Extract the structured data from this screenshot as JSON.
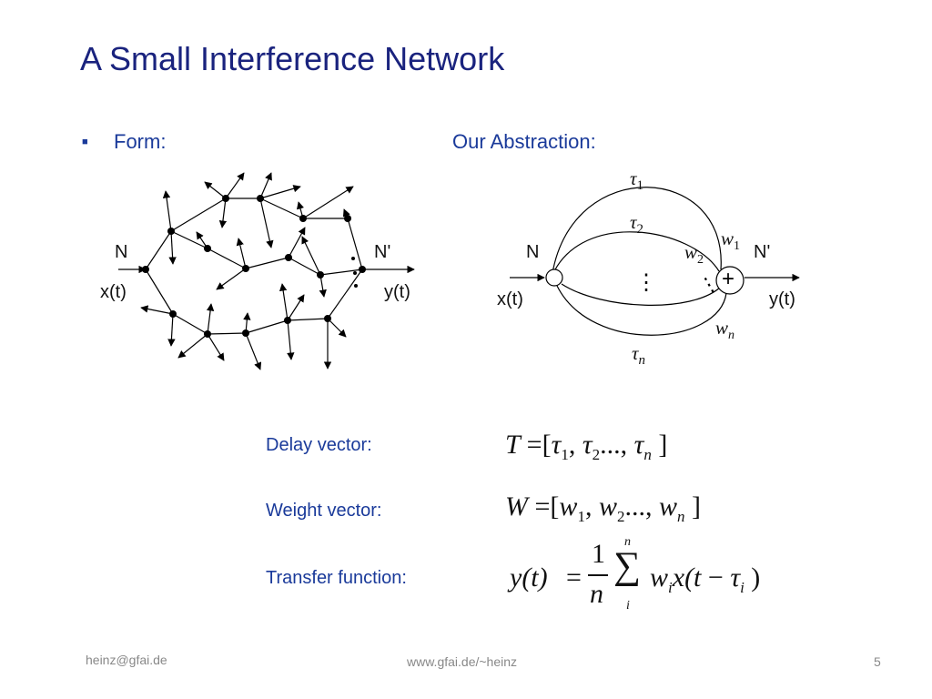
{
  "slide": {
    "title": "A Small Interference Network",
    "form_label": "Form:",
    "abstraction_label": "Our Abstraction:"
  },
  "network": {
    "input_node": "N",
    "output_node": "N'",
    "input_signal": "x(t)",
    "output_signal": "y(t)"
  },
  "abstraction": {
    "input_node": "N",
    "output_node": "N'",
    "input_signal": "x(t)",
    "output_signal": "y(t)",
    "sum_symbol": "+",
    "tau_symbol": "τ",
    "tau_subs": [
      "1",
      "2",
      "n"
    ],
    "weight_symbol": "w",
    "weight_subs": [
      "1",
      "2",
      "n"
    ],
    "ellipsis": "⋮"
  },
  "vectors": {
    "delay_label": "Delay vector:",
    "weight_label": "Weight vector:",
    "transfer_label": "Transfer function:"
  },
  "formulas": {
    "delay_lhs": "T",
    "weight_lhs": "W",
    "tau": "τ",
    "w": "w",
    "eq": "=",
    "open": "[",
    "close": "]",
    "comma": ",",
    "dots": "...,",
    "sub1": "1",
    "sub2": "2",
    "subn": "n",
    "transfer_lhs": "y(t)",
    "frac_num": "1",
    "frac_den": "n",
    "sigma": "∑",
    "sigma_top": "n",
    "sigma_bottom": "i",
    "transfer_body_w": "w",
    "transfer_sub_i": "i",
    "transfer_x": "x(t",
    "minus": "−",
    "transfer_close": ")"
  },
  "footer": {
    "email": "heinz@gfai.de",
    "url": "www.gfai.de/~heinz",
    "page": "5"
  }
}
